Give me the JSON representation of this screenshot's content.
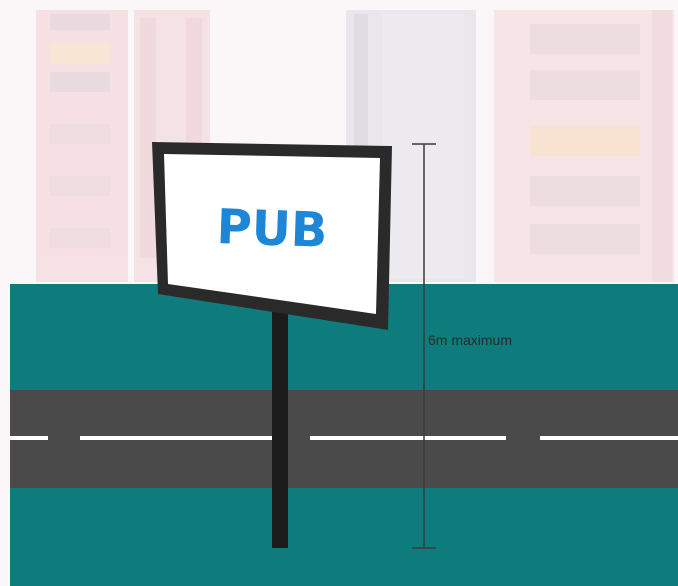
{
  "sign": {
    "text": "PUB"
  },
  "dimension": {
    "label": "6m maximum"
  },
  "colors": {
    "sky": "#fbf7f9",
    "verge": "#0e7c7c",
    "road": "#4a4a4a",
    "road_marking": "#ffffff",
    "sign_frame": "#2a2a2a",
    "sign_face": "#ffffff",
    "sign_text": "#1e86d6",
    "post": "#1b1b1b",
    "dimension_line": "#3a3a3a"
  },
  "icons": {
    "background": "building-backdrop"
  }
}
